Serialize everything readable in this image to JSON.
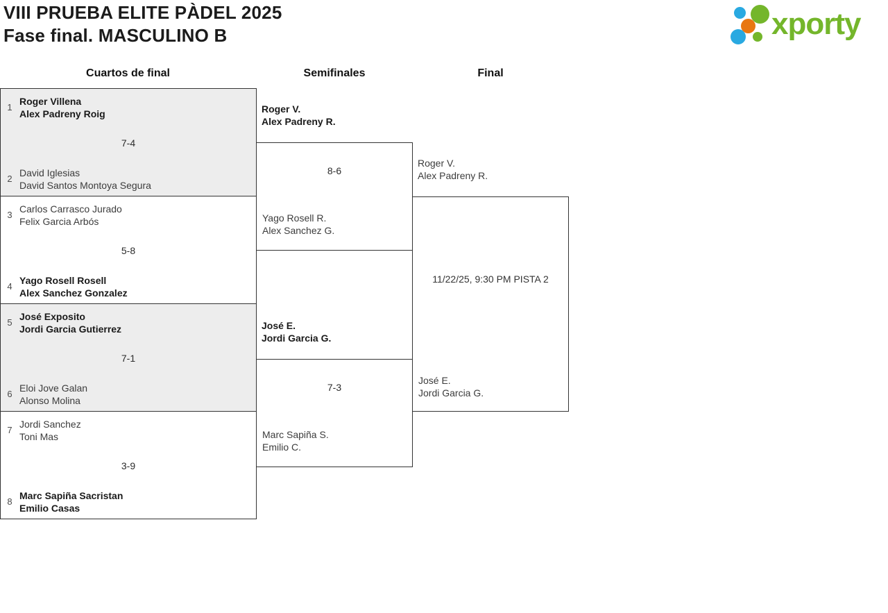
{
  "page": {
    "title_line1": "VIII PRUEBA ELITE PÀDEL 2025",
    "title_line2": "Fase final. MASCULINO B"
  },
  "logo": {
    "text": "xporty"
  },
  "round_headers": {
    "quarterfinals": "Cuartos de final",
    "semifinals": "Semifinales",
    "final": "Final"
  },
  "bracket": {
    "quarterfinals": [
      {
        "seed_top": "1",
        "team_top": [
          "Roger Villena",
          "Alex Padreny Roig"
        ],
        "score": "7-4",
        "seed_bottom": "2",
        "team_bottom": [
          "David Iglesias",
          "David Santos Montoya Segura"
        ],
        "winner": "top"
      },
      {
        "seed_top": "3",
        "team_top": [
          "Carlos Carrasco Jurado",
          "Felix Garcia Arbós"
        ],
        "score": "5-8",
        "seed_bottom": "4",
        "team_bottom": [
          "Yago Rosell Rosell",
          "Alex Sanchez Gonzalez"
        ],
        "winner": "bottom"
      },
      {
        "seed_top": "5",
        "team_top": [
          "José Exposito",
          "Jordi Garcia Gutierrez"
        ],
        "score": "7-1",
        "seed_bottom": "6",
        "team_bottom": [
          "Eloi Jove Galan",
          "Alonso Molina"
        ],
        "winner": "top"
      },
      {
        "seed_top": "7",
        "team_top": [
          "Jordi Sanchez",
          "Toni Mas"
        ],
        "score": "3-9",
        "seed_bottom": "8",
        "team_bottom": [
          "Marc Sapiña Sacristan",
          "Emilio Casas"
        ],
        "winner": "bottom"
      }
    ],
    "semifinals": [
      {
        "team_top": [
          "Roger V.",
          "Alex Padreny R."
        ],
        "score": "8-6",
        "team_bottom": [
          "Yago Rosell R.",
          "Alex Sanchez G."
        ],
        "winner": "top"
      },
      {
        "team_top": [
          "José E.",
          "Jordi Garcia G."
        ],
        "score": "7-3",
        "team_bottom": [
          "Marc Sapiña S.",
          "Emilio C."
        ],
        "winner": "top"
      }
    ],
    "final": {
      "team_top": [
        "Roger V.",
        "Alex Padreny R."
      ],
      "schedule": "11/22/25, 9:30 PM PISTA 2",
      "team_bottom": [
        "José E.",
        "Jordi Garcia G."
      ]
    }
  },
  "colors": {
    "brand-green": "#74b62b",
    "brand-blue": "#29a9e1",
    "brand-orange": "#e87711",
    "box-gray": "#ededed",
    "line": "#333333"
  }
}
